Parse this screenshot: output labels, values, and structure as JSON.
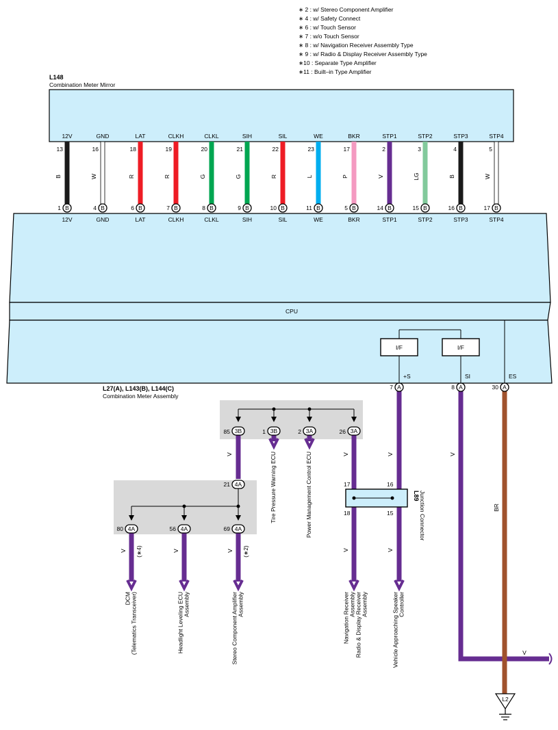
{
  "notes": [
    "∗ 2 : w/ Stereo Component Amplifier",
    "∗ 4 : w/ Safety Connect",
    "∗ 6 : w/ Touch Sensor",
    "∗ 7 : w/o Touch Sensor",
    "∗ 8 : w/ Navigation Receiver Assembly Type",
    "∗ 9 : w/ Radio & Display Receiver Assembly Type",
    "∗10 : Separate Type Amplifier",
    "∗11 : Built–in Type Amplifier"
  ],
  "mirror": {
    "code": "L148",
    "name": "Combination Meter Mirror"
  },
  "meter": {
    "code": "L27(A), L143(B), L144(C)",
    "name": "Combination Meter Assembly",
    "cpu_label": "CPU"
  },
  "top_wires": [
    {
      "sig": "12V",
      "top_pin": "13",
      "bot_pin": "1",
      "conn": "B",
      "color": "B",
      "hex": "#1a1a1a"
    },
    {
      "sig": "GND",
      "top_pin": "16",
      "bot_pin": "4",
      "conn": "B",
      "color": "W",
      "hex": "#ffffff"
    },
    {
      "sig": "LAT",
      "top_pin": "18",
      "bot_pin": "6",
      "conn": "B",
      "color": "R",
      "hex": "#ee1c25"
    },
    {
      "sig": "CLKH",
      "top_pin": "19",
      "bot_pin": "7",
      "conn": "B",
      "color": "R",
      "hex": "#ee1c25"
    },
    {
      "sig": "CLKL",
      "top_pin": "20",
      "bot_pin": "8",
      "conn": "B",
      "color": "G",
      "hex": "#00a651"
    },
    {
      "sig": "SIH",
      "top_pin": "21",
      "bot_pin": "9",
      "conn": "B",
      "color": "G",
      "hex": "#00a651"
    },
    {
      "sig": "SIL",
      "top_pin": "22",
      "bot_pin": "10",
      "conn": "B",
      "color": "R",
      "hex": "#ee1c25"
    },
    {
      "sig": "WE",
      "top_pin": "23",
      "bot_pin": "11",
      "conn": "B",
      "color": "L",
      "hex": "#00aeef"
    },
    {
      "sig": "BKR",
      "top_pin": "17",
      "bot_pin": "5",
      "conn": "B",
      "color": "P",
      "hex": "#f49ac1"
    },
    {
      "sig": "STP1",
      "top_pin": "2",
      "bot_pin": "14",
      "conn": "B",
      "color": "V",
      "hex": "#662d91"
    },
    {
      "sig": "STP2",
      "top_pin": "3",
      "bot_pin": "15",
      "conn": "B",
      "color": "LG",
      "hex": "#82ca9c"
    },
    {
      "sig": "STP3",
      "top_pin": "4",
      "bot_pin": "16",
      "conn": "B",
      "color": "B",
      "hex": "#1a1a1a"
    },
    {
      "sig": "STP4",
      "top_pin": "5",
      "bot_pin": "17",
      "conn": "B",
      "color": "W",
      "hex": "#ffffff"
    }
  ],
  "interfaces": [
    {
      "label": "I/F",
      "pin_name": "+S",
      "pin": "7",
      "conn": "A"
    },
    {
      "label": "I/F",
      "pin_name": "SI",
      "pin": "8",
      "conn": "A"
    }
  ],
  "es_pin": {
    "pin_name": "ES",
    "pin": "30",
    "conn": "A",
    "color": "BR"
  },
  "junction1": [
    {
      "pin": "85",
      "conn": "3B"
    },
    {
      "pin": "1",
      "conn": "3B"
    },
    {
      "pin": "2",
      "conn": "3A"
    },
    {
      "pin": "26",
      "conn": "3A"
    }
  ],
  "junction2": {
    "in": {
      "pin": "21",
      "conn": "4A"
    },
    "outs": [
      {
        "pin": "80",
        "conn": "4A"
      },
      {
        "pin": "56",
        "conn": "4A"
      },
      {
        "pin": "69",
        "conn": "4A"
      }
    ]
  },
  "l89": {
    "code": "L89",
    "name": "Junction Connector",
    "pins": [
      "17",
      "16",
      "18",
      "15"
    ]
  },
  "wire_color_v": "V",
  "ground": "L2",
  "destinations": {
    "dcm": "DCM\n(Telematics Transceiver)",
    "dcm_note": "(∗4)",
    "headlight": "Headlight Leveling ECU\nAssembly",
    "stereo": "Stereo Component Amplifier\nAssembly",
    "stereo_note": "(∗2)",
    "tire": "Tire Pressure Warning ECU",
    "power": "Power Management Control ECU",
    "nav": "Navigation Receiver\nAssembly\nRadio & Display Receiver\nAssembly",
    "vehicle": "Vehicle Approaching Speaker\nController"
  },
  "colors": {
    "box_fill": "#cdeefb",
    "violet": "#662d91",
    "brown": "#a0522d",
    "grey_panel": "#d9d9d9"
  }
}
